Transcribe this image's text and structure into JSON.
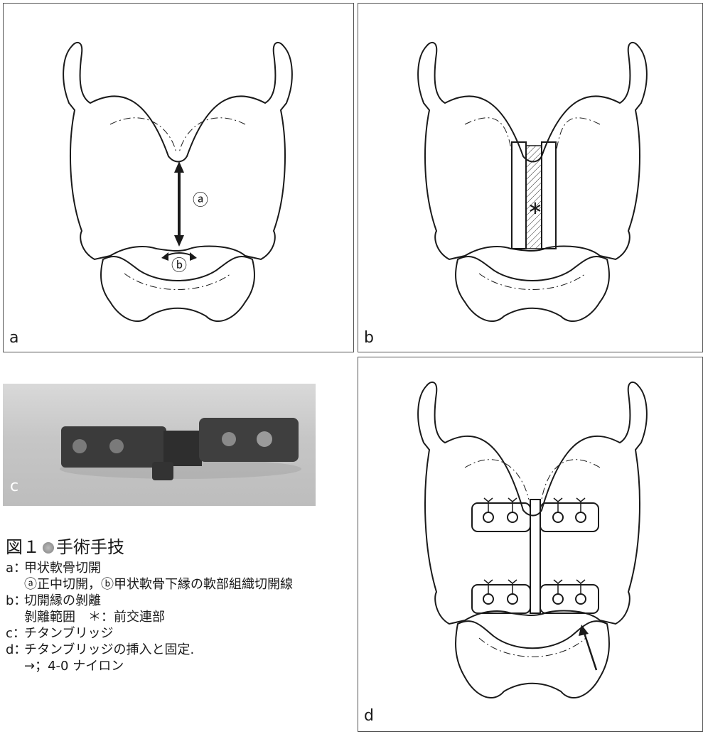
{
  "panels": {
    "a": {
      "label": "a",
      "marker_a": "ⓐ",
      "marker_b": "ⓑ"
    },
    "b": {
      "label": "b",
      "asterisk": "∗"
    },
    "c": {
      "label": "c"
    },
    "d": {
      "label": "d"
    }
  },
  "caption": {
    "figure_number": "図１",
    "figure_title": "手術手技",
    "items": [
      {
        "key": "a：",
        "text": "甲状軟骨切開",
        "detail": "ⓐ正中切開，ⓑ甲状軟骨下縁の軟部組織切開線"
      },
      {
        "key": "b：",
        "text": "切開縁の剝離",
        "detail": "剝離範囲　＊：前交連部"
      },
      {
        "key": "c：",
        "text": "チタンブリッジ",
        "detail": ""
      },
      {
        "key": "d：",
        "text": "チタンブリッジの挿入と固定.",
        "detail": "→；4-0 ナイロン"
      }
    ]
  },
  "colors": {
    "line": "#1a1a1a",
    "panel_border": "#555555",
    "photo_bg": "#cccccc",
    "bridge_metal": "#3a3a3a"
  }
}
